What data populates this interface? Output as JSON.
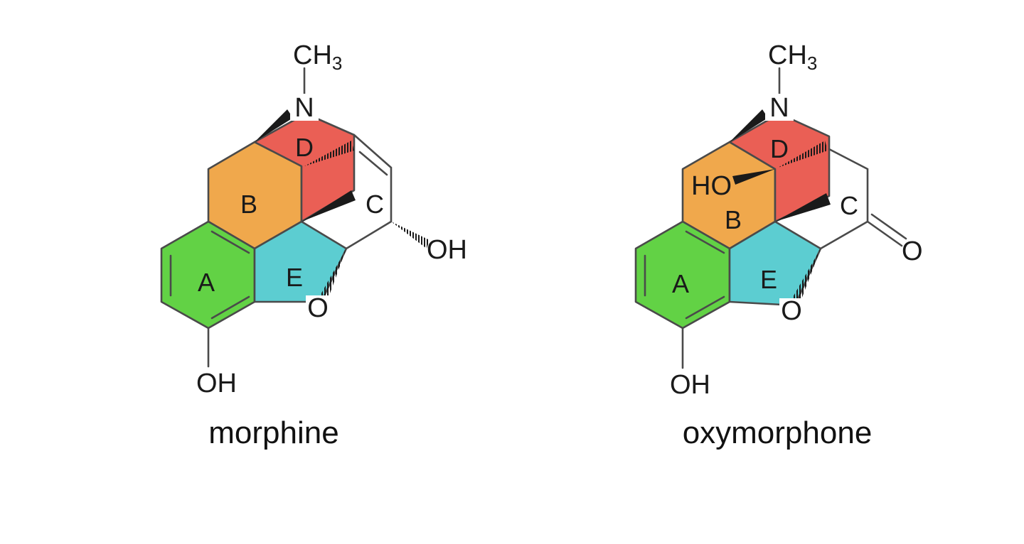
{
  "colors": {
    "ring_a": "#62d245",
    "ring_b": "#f0a84c",
    "ring_d": "#ea5f55",
    "ring_e": "#5ccdd1",
    "bond": "#4a4a4a"
  },
  "molecules": [
    {
      "name": "morphine",
      "rings": {
        "a": "A",
        "b": "B",
        "c": "C",
        "d": "D",
        "e": "E"
      },
      "n_methyl": {
        "c": "CH",
        "sub": "3"
      },
      "atoms": {
        "n": "N",
        "o_bridge": "O",
        "oh_phenol": "OH",
        "oh_c6": "OH"
      }
    },
    {
      "name": "oxymorphone",
      "rings": {
        "a": "A",
        "b": "B",
        "c": "C",
        "d": "D",
        "e": "E"
      },
      "n_methyl": {
        "c": "CH",
        "sub": "3"
      },
      "atoms": {
        "n": "N",
        "o_bridge": "O",
        "oh_phenol": "OH",
        "ho_c14": "HO",
        "o_ketone": "O"
      }
    }
  ]
}
